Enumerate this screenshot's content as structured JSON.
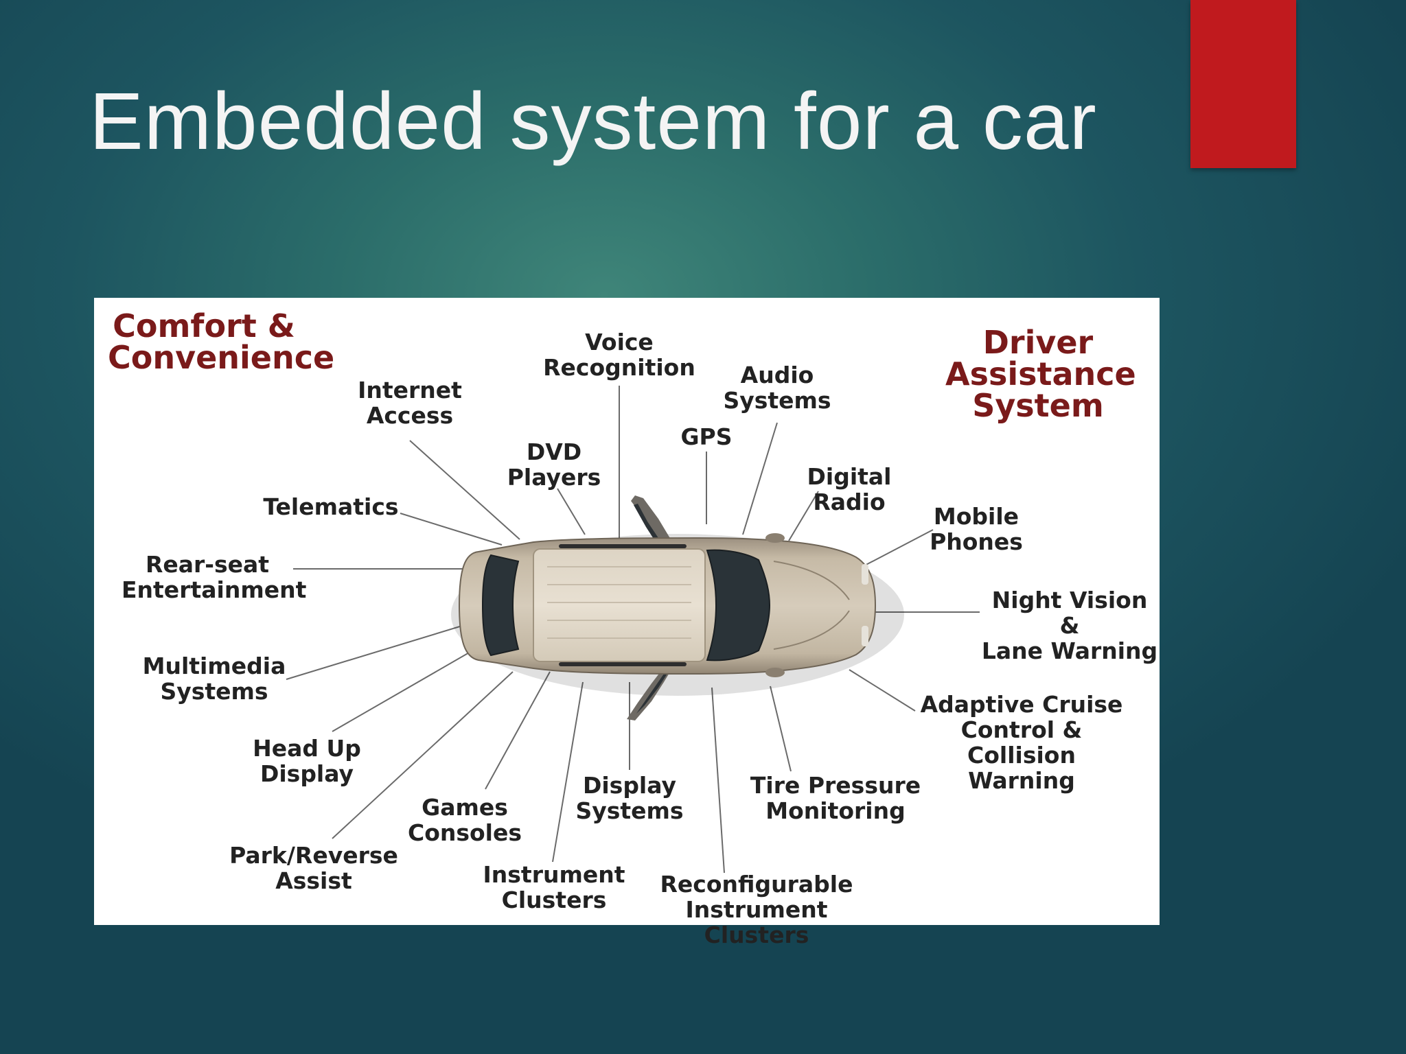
{
  "slide": {
    "title": "Embedded system for a car",
    "colors": {
      "accent": "#c01a1e",
      "background": "#1d5560",
      "title": "#f4f4f4"
    }
  },
  "diagram": {
    "headings": {
      "comfort": "Comfort &\nConvenience",
      "driver": "Driver\nAssistance\nSystem"
    },
    "labels": {
      "voice_recognition": "Voice\nRecognition",
      "internet_access": "Internet\nAccess",
      "audio_systems": "Audio\nSystems",
      "gps": "GPS",
      "dvd_players": "DVD\nPlayers",
      "digital_radio": "Digital\nRadio",
      "telematics": "Telematics",
      "mobile_phones": "Mobile\nPhones",
      "rear_seat": "Rear-seat\nEntertainment",
      "night_vision": "Night Vision &\nLane Warning",
      "multimedia": "Multimedia\nSystems",
      "adaptive_cruise": "Adaptive Cruise\nControl &\nCollision Warning",
      "head_up": "Head Up\nDisplay",
      "display_systems": "Display\nSystems",
      "tire_pressure": "Tire Pressure\nMonitoring",
      "games_consoles": "Games\nConsoles",
      "park_reverse": "Park/Reverse\nAssist",
      "instrument_clusters": "Instrument\nClusters",
      "reconfigurable_clusters": "Reconfigurable\nInstrument Clusters"
    },
    "colors": {
      "heading": "#7a1a1a",
      "label": "#222222",
      "car_body": "#b8ab98",
      "glass": "#2a3338"
    }
  }
}
